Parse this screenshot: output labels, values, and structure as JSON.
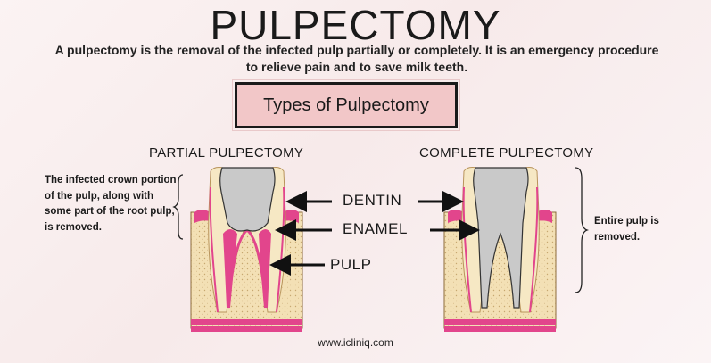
{
  "title": "PULPECTOMY",
  "subtitle": "A pulpectomy is the removal of the infected pulp partially or completely. It is an emergency procedure to relieve pain and to save milk teeth.",
  "types_label": "Types of Pulpectomy",
  "partial": {
    "heading": "PARTIAL PULPECTOMY",
    "note": "The infected crown portion of the pulp, along with some part of the root pulp, is removed."
  },
  "complete": {
    "heading": "COMPLETE PULPECTOMY",
    "note": "Entire pulp is removed."
  },
  "labels": {
    "dentin": "DENTIN",
    "enamel": "ENAMEL",
    "pulp": "PULP"
  },
  "footer": "www.icliniq.com",
  "colors": {
    "pink": "#e2458c",
    "bone": "#f1ddb1",
    "filling": "#c9c9c9",
    "box": "#f2c7c8"
  }
}
